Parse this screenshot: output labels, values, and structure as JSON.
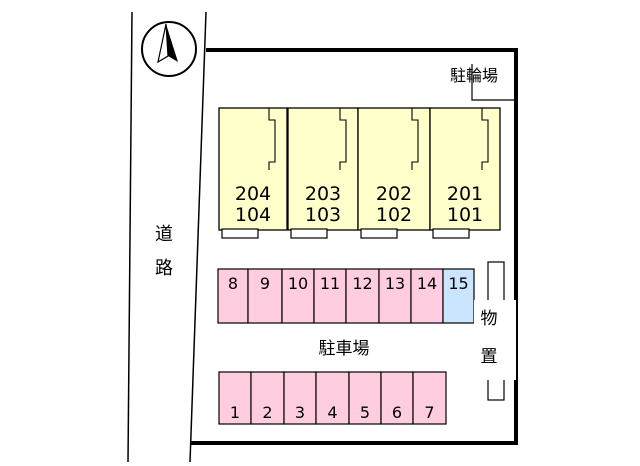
{
  "labels": {
    "bicycle_parking": "駐輪場",
    "road_char_1": "道",
    "road_char_2": "路",
    "parking": "駐車場",
    "storage_char_1": "物",
    "storage_char_2": "置"
  },
  "units": [
    {
      "upper": "204",
      "lower": "104"
    },
    {
      "upper": "203",
      "lower": "103"
    },
    {
      "upper": "202",
      "lower": "102"
    },
    {
      "upper": "201",
      "lower": "101"
    }
  ],
  "parking_top_row": [
    "8",
    "9",
    "10",
    "11",
    "12",
    "13",
    "14",
    "15"
  ],
  "parking_bottom_row": [
    "1",
    "2",
    "3",
    "4",
    "5",
    "6",
    "7"
  ],
  "highlighted_space": "15",
  "icons": {
    "compass": "north-arrow-icon"
  },
  "colors": {
    "building_fill": "#FFFFCC",
    "parking_fill": "#FFCCE0",
    "highlight_fill": "#CCE5FF",
    "outline": "#000000"
  }
}
